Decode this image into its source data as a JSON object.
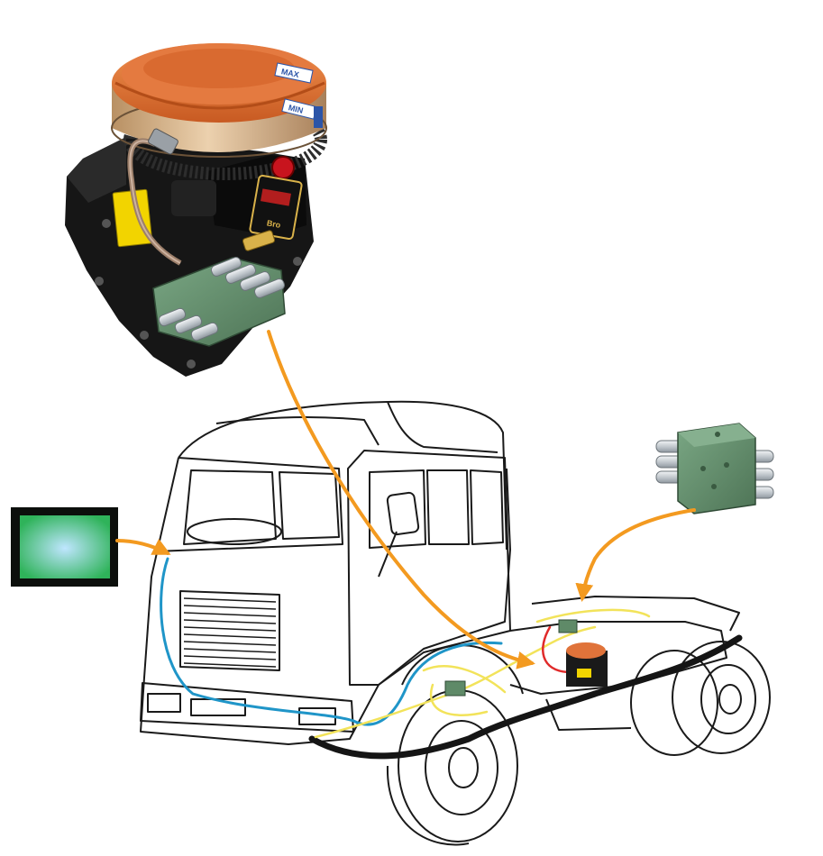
{
  "pump": {
    "reservoir_labels": {
      "max": "MAX",
      "min": "MIN"
    },
    "display_text": "Bro",
    "colors": {
      "reservoir_rim": "#e0733a",
      "reservoir_body": "#d8b48c",
      "housing": "#161616",
      "warning_label": "#f2d400",
      "distributor": "#5f8a68",
      "fitting_brass": "#d9b24a",
      "cap_red": "#c8141e",
      "label_blue": "#2c55a8"
    }
  },
  "control_screen": {
    "colors": {
      "frame": "#0c0f0c",
      "screen_center": "#bfe6ff",
      "screen_edge": "#2fb35a"
    }
  },
  "distributor_block": {
    "colors": {
      "block": "#5f8a68",
      "outlets": "#c9ced3"
    }
  },
  "truck": {
    "colors": {
      "outline": "#1a1a1a",
      "line_blue": "#1f95c8",
      "line_yellow": "#f2e35a",
      "line_red": "#e02a2a",
      "hose_black": "#151515"
    }
  },
  "arrows": {
    "color": "#f39a20",
    "items": [
      {
        "from": "pump-distributor",
        "to": "chassis-pump"
      },
      {
        "from": "control-screen",
        "to": "cab-dashboard"
      },
      {
        "from": "distributor-block",
        "to": "rear-chassis-distributor"
      }
    ]
  }
}
